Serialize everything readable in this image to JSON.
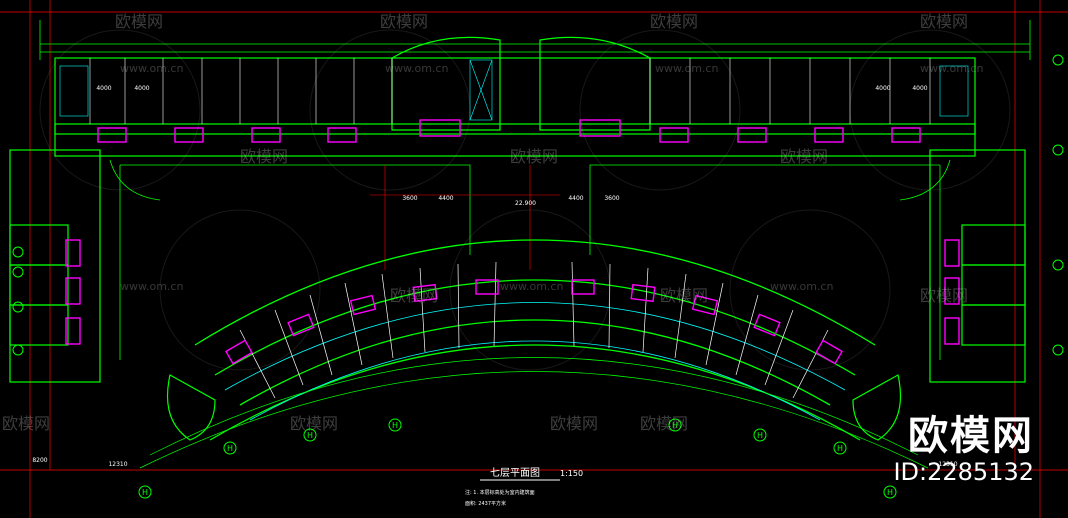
{
  "drawing": {
    "title": "七层平面图",
    "scale": "1:150",
    "note1": "注: 1. 本层标高处为室内建筑面",
    "note2": "面积: 2437平方米",
    "elevation_label": "22.900"
  },
  "watermark": {
    "brand": "欧模网",
    "url": "www.om.cn",
    "id": "ID:2285132"
  },
  "dimensions": {
    "left": [
      "4000",
      "4000"
    ],
    "right": [
      "4000",
      "4000"
    ],
    "center": [
      "3600",
      "4400",
      "4400",
      "3600"
    ],
    "bottom": [
      "8200",
      "12310",
      "12310"
    ]
  },
  "axis_labels": [
    "H",
    "H",
    "H",
    "H",
    "H",
    "H",
    "H",
    "H"
  ],
  "colors": {
    "wall": "#00ff00",
    "cyan": "#00ffff",
    "magenta": "#ff00ff",
    "dimension": "#00ff00",
    "red": "#ff0000",
    "white": "#ffffff",
    "yellow": "#ffff00"
  }
}
